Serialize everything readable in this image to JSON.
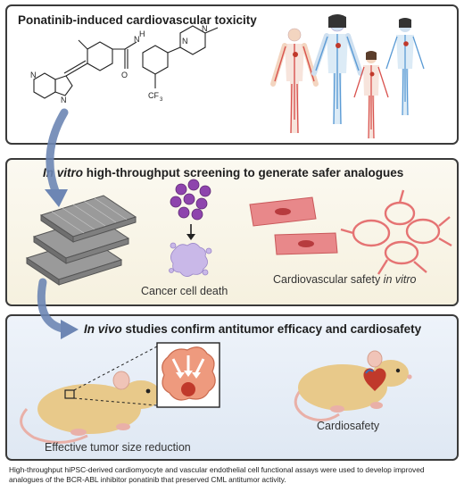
{
  "panels": {
    "toxicity": {
      "title": "Ponatinib-induced cardiovascular toxicity",
      "chem_labels": {
        "n1": "N",
        "n2": "N",
        "n3": "N",
        "n4": "N",
        "n5": "N",
        "h": "H",
        "o": "O",
        "cf3": "CF",
        "sub3": "3"
      }
    },
    "screening": {
      "title_italic": "In vitro",
      "title_rest": " high-throughput screening to generate safer analogues",
      "cancer_label": "Cancer cell death",
      "cv_label_prefix": "Cardiovascular safety ",
      "cv_label_italic": "in vitro"
    },
    "invivo": {
      "title_italic": "In vivo",
      "title_rest": " studies confirm antitumor efficacy and cardiosafety",
      "tumor_label": "Effective tumor size reduction",
      "cardio_label": "Cardiosafety"
    }
  },
  "caption": "High-throughput hiPSC-derived cardiomyocyte and vascular endothelial cell functional assays were used to develop improved analogues of the BCR-ABL inhibitor ponatinib that preserved CML antitumor activity.",
  "colors": {
    "border": "#3a3a3a",
    "arrow": "#6d86b4",
    "panel2_bg": "#f6f1df",
    "panel3_bg": "#dfe8f3",
    "cardio_red": "#d9534f",
    "vessel_blue": "#5b9bd5",
    "cancer_purple": "#8e44ad",
    "mouse_tan": "#e8c98a"
  }
}
